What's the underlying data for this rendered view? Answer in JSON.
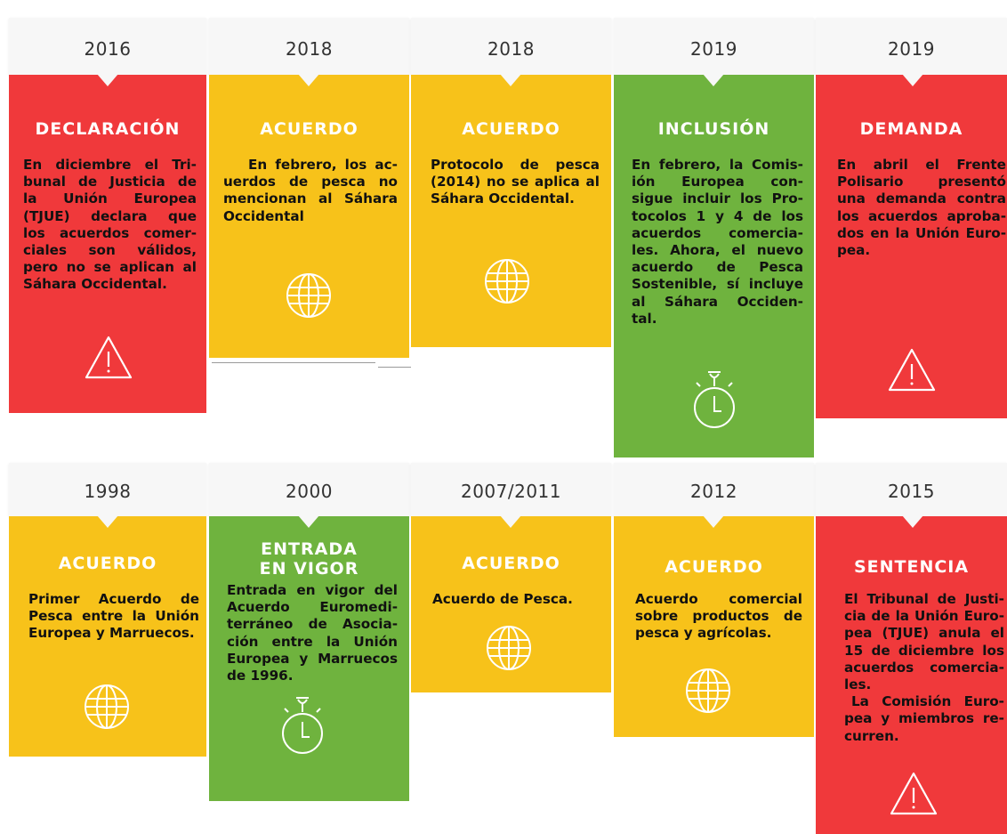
{
  "top_row": [
    {
      "year": "2016",
      "title": "DECLARACIÓN",
      "lines": [
        "En diciembre el Tri-",
        "bunal de Justicia de",
        "la Unión Europea",
        "(TJUE) declara que",
        "los acuerdos comer-",
        "ciales son válidos,",
        "pero no se aplican al",
        "Sáhara Occidental."
      ],
      "icon": "warning-icon",
      "color": "#f0393b"
    },
    {
      "year": "2018",
      "title": "ACUERDO",
      "lines": [
        "En febrero, los ac-",
        "uerdos de pesca no",
        "mencionan al Sáhara",
        "Occidental"
      ],
      "icon": "globe-icon",
      "color": "#f7c21a"
    },
    {
      "year": "2018",
      "title": "ACUERDO",
      "lines": [
        "Protocolo de pesca",
        "(2014) no se aplica al",
        "Sáhara Occidental."
      ],
      "icon": "globe-icon",
      "color": "#f7c21a"
    },
    {
      "year": "2019",
      "title": "INCLUSIÓN",
      "lines": [
        "En febrero, la Comis-",
        "ión Europea con-",
        "sigue incluir los Pro-",
        "tocolos 1 y 4 de los",
        "acuerdos comercia-",
        "les. Ahora, el nuevo",
        "acuerdo de Pesca",
        "Sostenible, sí incluye",
        "al Sáhara Occiden-",
        "tal."
      ],
      "icon": "stopwatch-icon",
      "color": "#6fb33e"
    },
    {
      "year": "2019",
      "title": "DEMANDA",
      "lines": [
        "En abril el Frente",
        "Polisario presentó",
        "una demanda contra",
        "los acuerdos aproba-",
        "dos en la Unión Euro-",
        "pea."
      ],
      "icon": "warning-icon",
      "color": "#f0393b"
    }
  ],
  "bottom_row": [
    {
      "year": "1998",
      "title": "ACUERDO",
      "lines": [
        "Primer Acuerdo de",
        "Pesca entre la Unión",
        "Europea y Marruecos."
      ],
      "icon": "globe-icon",
      "color": "#f7c21a"
    },
    {
      "year": "2000",
      "title_lines": [
        "ENTRADA",
        "EN VIGOR"
      ],
      "lines": [
        "Entrada en vigor del",
        "Acuerdo Euromedi-",
        "terráneo de Asocia-",
        "ción entre la Unión",
        "Europea y Marruecos",
        "de 1996."
      ],
      "icon": "stopwatch-icon",
      "color": "#6fb33e"
    },
    {
      "year": "2007/2011",
      "title": "ACUERDO",
      "lines": [
        "Acuerdo de Pesca."
      ],
      "icon": "globe-icon",
      "color": "#f7c21a"
    },
    {
      "year": "2012",
      "title": "ACUERDO",
      "lines": [
        "Acuerdo comercial",
        "sobre productos de",
        "pesca y agrícolas."
      ],
      "icon": "globe-icon",
      "color": "#f7c21a"
    },
    {
      "year": "2015",
      "title": "SENTENCIA",
      "lines": [
        "El Tribunal de Justi-",
        "cia de la Unión Euro-",
        "pea (TJUE) anula el",
        "15 de diciembre los",
        "acuerdos comercia-",
        "les.",
        "La Comisión Euro-",
        "pea y miembros re-",
        "curren."
      ],
      "icon": "warning-icon",
      "color": "#f0393b"
    }
  ]
}
